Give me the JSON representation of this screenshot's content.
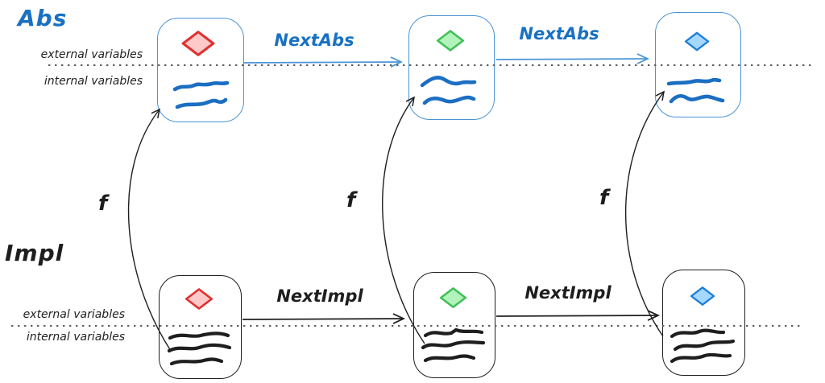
{
  "colors": {
    "background": "#ffffff",
    "abs_accent": "#1971c2",
    "abs_stroke": "#4a94d6",
    "abs_ink": "#1b6ec2",
    "impl_ink": "#1e1e1e",
    "boundary_dots": "#5f5f5f",
    "red_stroke": "#e03131",
    "red_fill": "#ffc9c9",
    "green_stroke": "#40c057",
    "green_fill": "#b2f2bb",
    "blue_stroke": "#1c7ed6",
    "blue_fill": "#a5d8ff"
  },
  "abs": {
    "title": "Abs",
    "external_label": "external variables",
    "internal_label": "internal variables",
    "next_labels": [
      "NextAbs",
      "NextAbs"
    ],
    "states": [
      {
        "diamond": "red-diamond-icon"
      },
      {
        "diamond": "green-diamond-icon"
      },
      {
        "diamond": "blue-diamond-icon"
      }
    ]
  },
  "impl": {
    "title": "Impl",
    "external_label": "external variables",
    "internal_label": "internal variables",
    "next_labels": [
      "NextImpl",
      "NextImpl"
    ],
    "states": [
      {
        "diamond": "red-diamond-icon"
      },
      {
        "diamond": "green-diamond-icon"
      },
      {
        "diamond": "blue-diamond-icon"
      }
    ]
  },
  "refinement": {
    "labels": [
      "f",
      "f",
      "f"
    ]
  }
}
